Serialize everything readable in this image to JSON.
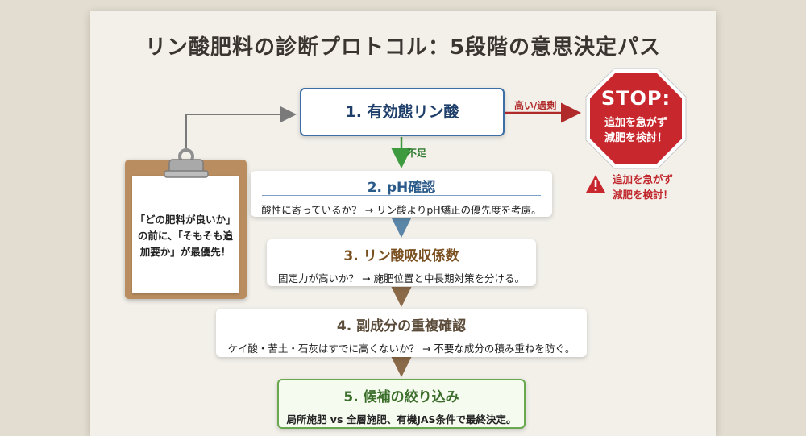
{
  "title": "リン酸肥料の診断プロトコル：5段階の意思決定パス",
  "steps": [
    {
      "title": "1. 有効態リン酸",
      "desc": ""
    },
    {
      "title": "2. pH確認",
      "desc": "酸性に寄っているか？ → リン酸よりpH矯正の優先度を考慮。"
    },
    {
      "title": "3. リン酸吸収係数",
      "desc": "固定力が高いか？ → 施肥位置と中長期対策を分ける。"
    },
    {
      "title": "4. 副成分の重複確認",
      "desc": "ケイ酸・苦土・石灰はすでに高くないか？ → 不要な成分の積み重ねを防ぐ。"
    },
    {
      "title": "5. 候補の絞り込み",
      "desc": "局所施肥 vs 全層施肥、有機JAS条件で最終決定。"
    }
  ],
  "branches": {
    "high": "高い/過剰",
    "low": "不足"
  },
  "stop": {
    "title": "STOP:",
    "line1": "追加を急がず",
    "line2": "減肥を検討！"
  },
  "warning": {
    "line1": "追加を急がず",
    "line2": "減肥を検討！",
    "icon": "warning-triangle-icon"
  },
  "note": {
    "line1": "「どの肥料が良いか」",
    "line2": "の前に、「そもそも追",
    "line3": "加要か」が最優先！"
  },
  "colors": {
    "stop_red": "#c8282d",
    "step1_border": "#3d6ea6",
    "step5_border": "#6aa84f",
    "high_arrow": "#b02a2a",
    "low_arrow": "#3e9a3e"
  }
}
